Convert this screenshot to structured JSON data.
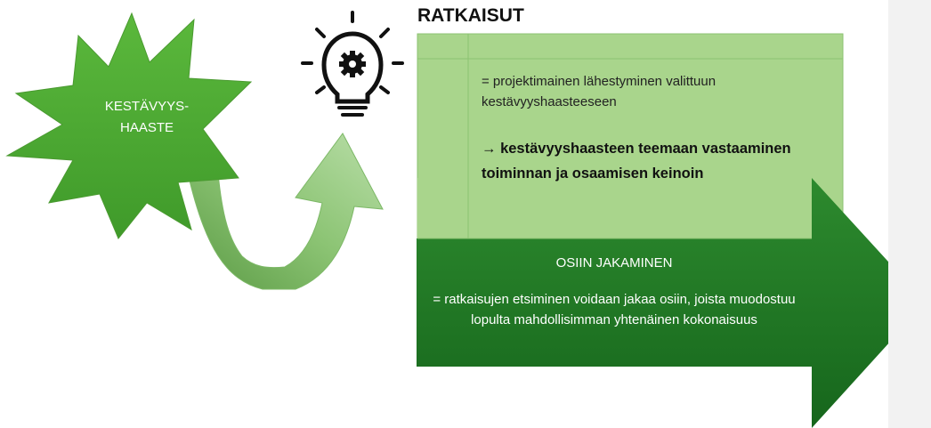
{
  "burst": {
    "line1": "KESTÄVYYS-",
    "line2": "HAASTE"
  },
  "solutions": {
    "title": "RATKAISUT",
    "definition": "= projektimainen lähestyminen valittuun kestävyyshaasteeseen",
    "emphasis": "→ kestävyyshaasteen teemaan vastaaminen toiminnan ja osaamisen keinoin"
  },
  "division": {
    "title": "OSIIN JAKAMINEN",
    "description": "= ratkaisujen etsiminen voidaan jakaa osiin, joista muodostuu lopulta mahdollisimman yhtenäinen kokonaisuus"
  },
  "icons": [
    "lightbulb-gear-icon"
  ],
  "colors": {
    "light_green": "#a8d48a",
    "burst_green": "#4fa832",
    "dark_green": "#1e7a25",
    "arrow_green": "#76b25c"
  }
}
